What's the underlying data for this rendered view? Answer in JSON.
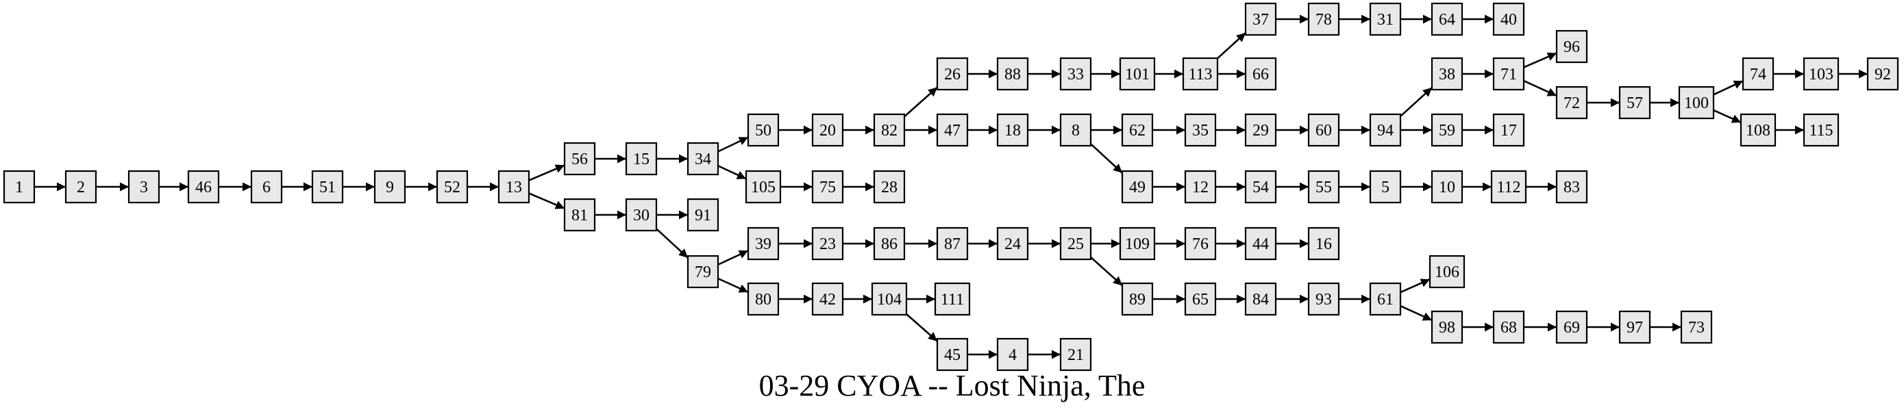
{
  "caption": "03-29 CYOA -- Lost Ninja, The",
  "colors": {
    "node_fill": "#e8e8e8",
    "node_stroke": "#000000",
    "edge": "#000000",
    "background": "#ffffff"
  },
  "nodes": [
    "1",
    "2",
    "3",
    "46",
    "6",
    "51",
    "9",
    "52",
    "13",
    "56",
    "81",
    "15",
    "30",
    "34",
    "91",
    "79",
    "50",
    "105",
    "39",
    "80",
    "20",
    "75",
    "23",
    "42",
    "82",
    "28",
    "86",
    "104",
    "26",
    "47",
    "87",
    "111",
    "45",
    "88",
    "18",
    "24",
    "4",
    "33",
    "8",
    "25",
    "21",
    "101",
    "62",
    "49",
    "109",
    "89",
    "113",
    "35",
    "12",
    "76",
    "65",
    "37",
    "66",
    "29",
    "54",
    "44",
    "84",
    "78",
    "60",
    "55",
    "16",
    "93",
    "31",
    "94",
    "5",
    "61",
    "64",
    "38",
    "59",
    "10",
    "106",
    "98",
    "40",
    "71",
    "17",
    "112",
    "68",
    "96",
    "72",
    "83",
    "69",
    "57",
    "97",
    "100",
    "73",
    "74",
    "108",
    "103",
    "115",
    "92"
  ],
  "edges": [
    [
      "1",
      "2"
    ],
    [
      "2",
      "3"
    ],
    [
      "3",
      "46"
    ],
    [
      "46",
      "6"
    ],
    [
      "6",
      "51"
    ],
    [
      "51",
      "9"
    ],
    [
      "9",
      "52"
    ],
    [
      "52",
      "13"
    ],
    [
      "13",
      "56"
    ],
    [
      "13",
      "81"
    ],
    [
      "56",
      "15"
    ],
    [
      "15",
      "34"
    ],
    [
      "81",
      "30"
    ],
    [
      "30",
      "91"
    ],
    [
      "30",
      "79"
    ],
    [
      "34",
      "50"
    ],
    [
      "34",
      "105"
    ],
    [
      "50",
      "20"
    ],
    [
      "20",
      "82"
    ],
    [
      "105",
      "75"
    ],
    [
      "75",
      "28"
    ],
    [
      "79",
      "39"
    ],
    [
      "79",
      "80"
    ],
    [
      "39",
      "23"
    ],
    [
      "23",
      "86"
    ],
    [
      "86",
      "87"
    ],
    [
      "87",
      "24"
    ],
    [
      "24",
      "25"
    ],
    [
      "80",
      "42"
    ],
    [
      "42",
      "104"
    ],
    [
      "104",
      "111"
    ],
    [
      "104",
      "45"
    ],
    [
      "45",
      "4"
    ],
    [
      "4",
      "21"
    ],
    [
      "82",
      "26"
    ],
    [
      "82",
      "47"
    ],
    [
      "26",
      "88"
    ],
    [
      "88",
      "33"
    ],
    [
      "33",
      "101"
    ],
    [
      "101",
      "113"
    ],
    [
      "113",
      "37"
    ],
    [
      "113",
      "66"
    ],
    [
      "37",
      "78"
    ],
    [
      "78",
      "31"
    ],
    [
      "31",
      "64"
    ],
    [
      "64",
      "40"
    ],
    [
      "47",
      "18"
    ],
    [
      "18",
      "8"
    ],
    [
      "8",
      "62"
    ],
    [
      "8",
      "49"
    ],
    [
      "62",
      "35"
    ],
    [
      "35",
      "29"
    ],
    [
      "29",
      "60"
    ],
    [
      "60",
      "94"
    ],
    [
      "94",
      "38"
    ],
    [
      "94",
      "59"
    ],
    [
      "38",
      "71"
    ],
    [
      "71",
      "96"
    ],
    [
      "71",
      "72"
    ],
    [
      "72",
      "57"
    ],
    [
      "57",
      "100"
    ],
    [
      "100",
      "74"
    ],
    [
      "100",
      "108"
    ],
    [
      "74",
      "103"
    ],
    [
      "103",
      "92"
    ],
    [
      "108",
      "115"
    ],
    [
      "59",
      "17"
    ],
    [
      "49",
      "12"
    ],
    [
      "12",
      "54"
    ],
    [
      "54",
      "55"
    ],
    [
      "55",
      "5"
    ],
    [
      "5",
      "10"
    ],
    [
      "10",
      "112"
    ],
    [
      "112",
      "83"
    ],
    [
      "25",
      "109"
    ],
    [
      "25",
      "89"
    ],
    [
      "109",
      "76"
    ],
    [
      "76",
      "44"
    ],
    [
      "44",
      "16"
    ],
    [
      "89",
      "65"
    ],
    [
      "65",
      "84"
    ],
    [
      "84",
      "93"
    ],
    [
      "93",
      "61"
    ],
    [
      "61",
      "106"
    ],
    [
      "61",
      "98"
    ],
    [
      "98",
      "68"
    ],
    [
      "68",
      "69"
    ],
    [
      "69",
      "97"
    ],
    [
      "97",
      "73"
    ]
  ]
}
